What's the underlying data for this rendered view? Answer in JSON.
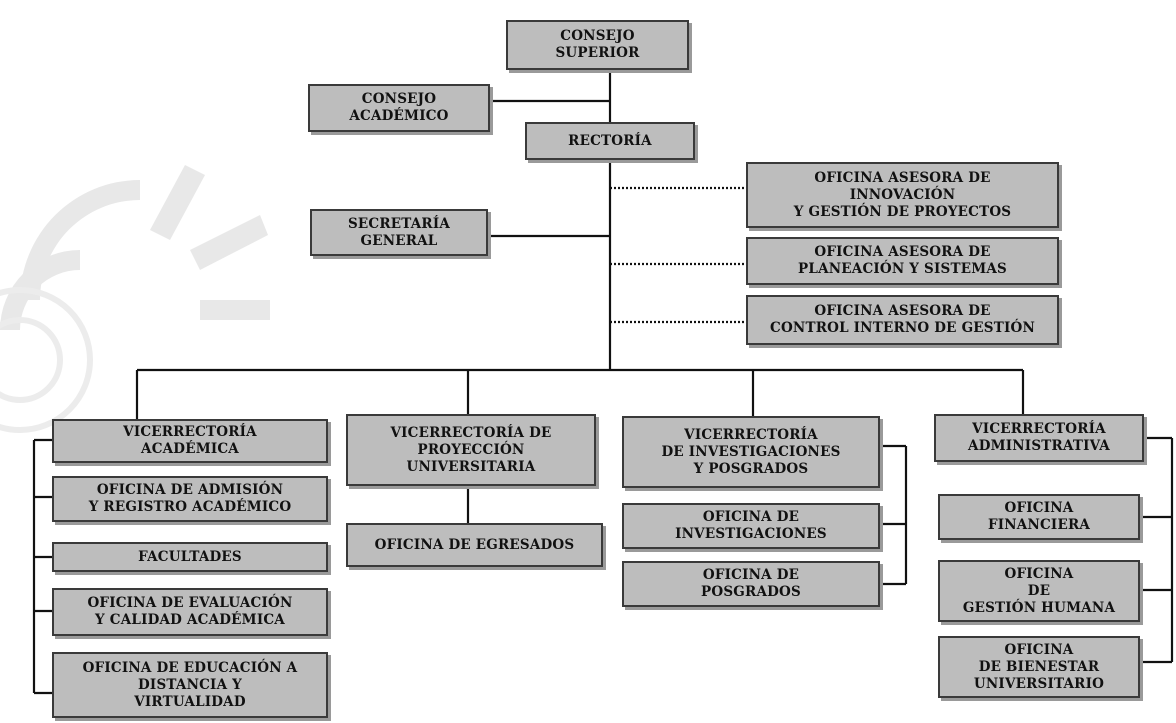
{
  "org": {
    "consejo_superior": "CONSEJO\nSUPERIOR",
    "consejo_academico": "CONSEJO\nACADÉMICO",
    "rectoria": "RECTORÍA",
    "secretaria_general": "SECRETARÍA\nGENERAL",
    "asesora_innovacion": "OFICINA ASESORA DE\nINNOVACIÓN\nY GESTIÓN DE PROYECTOS",
    "asesora_planeacion": "OFICINA ASESORA DE\nPLANEACIÓN Y SISTEMAS",
    "asesora_control": "OFICINA ASESORA DE\nCONTROL INTERNO DE GESTIÓN",
    "vic_academica": "VICERRECTORÍA\nACADÉMICA",
    "of_admision": "OFICINA DE ADMISIÓN\nY REGISTRO ACADÉMICO",
    "facultades": "FACULTADES",
    "of_evaluacion": "OFICINA DE EVALUACIÓN\nY CALIDAD ACADÉMICA",
    "of_educacion": "OFICINA DE EDUCACIÓN A\nDISTANCIA Y\nVIRTUALIDAD",
    "vic_proyeccion": "VICERRECTORÍA DE\nPROYECCIÓN\nUNIVERSITARIA",
    "of_egresados": "OFICINA DE EGRESADOS",
    "vic_investigaciones": "VICERRECTORÍA\nDE INVESTIGACIONES\nY POSGRADOS",
    "of_investigaciones": "OFICINA DE\nINVESTIGACIONES",
    "of_posgrados": "OFICINA DE\nPOSGRADOS",
    "vic_administrativa": "VICERRECTORÍA\nADMINISTRATIVA",
    "of_financiera": "OFICINA\nFINANCIERA",
    "of_gestion_humana": "OFICINA\nDE\nGESTIÓN HUMANA",
    "of_bienestar": "OFICINA\nDE  BIENESTAR\nUNIVERSITARIO"
  },
  "colors": {
    "box_fill": "#bdbdbd",
    "box_border": "#3a3a3a",
    "line": "#111111"
  }
}
